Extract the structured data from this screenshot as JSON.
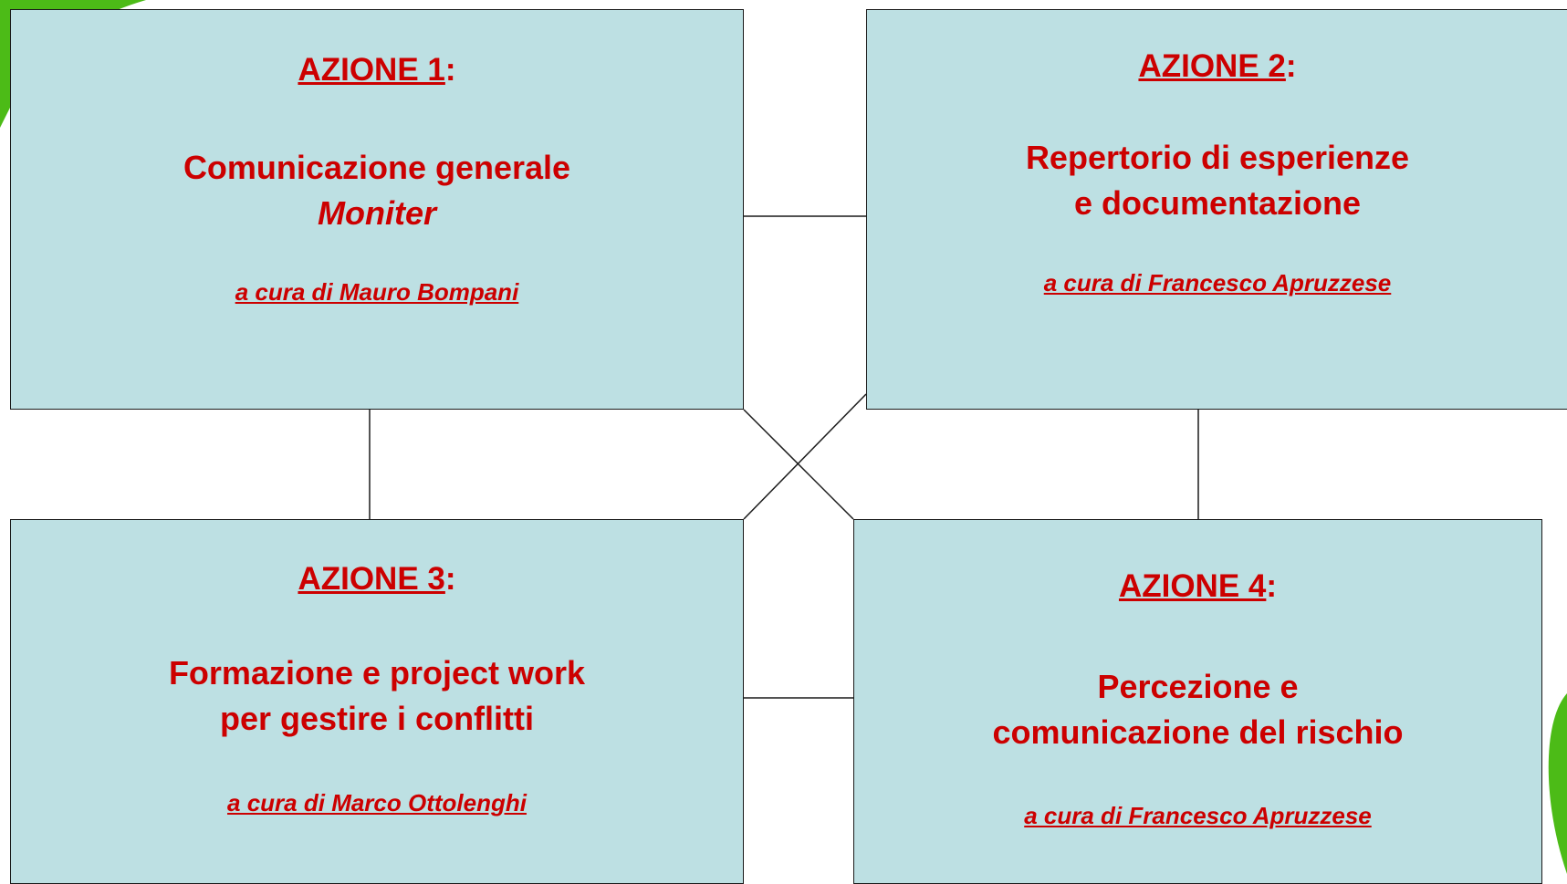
{
  "colors": {
    "box_fill": "#bde0e3",
    "text_red": "#cc0000",
    "connector": "#1a1a1a",
    "corner_green": "#4cbb17"
  },
  "actions": [
    {
      "heading": "AZIONE 1",
      "colon": ":",
      "title_lines": [
        "Comunicazione generale",
        "Moniter"
      ],
      "credit": "a cura di Mauro Bompani"
    },
    {
      "heading": "AZIONE 2",
      "colon": ":",
      "title_lines": [
        "Repertorio di esperienze",
        "e documentazione"
      ],
      "credit": "a cura di Francesco Apruzzese"
    },
    {
      "heading": "AZIONE 3",
      "colon": ":",
      "title_lines": [
        "Formazione e project work",
        "per gestire i conflitti"
      ],
      "credit": "a cura di Marco Ottolenghi"
    },
    {
      "heading": "AZIONE 4",
      "colon": ":",
      "title_lines": [
        "Percezione e",
        "comunicazione del rischio"
      ],
      "credit": "a  cura di Francesco Apruzzese"
    }
  ]
}
